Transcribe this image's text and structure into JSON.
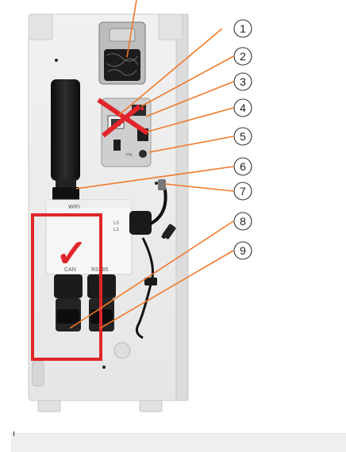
{
  "diagram": {
    "callouts": [
      {
        "number": "1"
      },
      {
        "number": "2"
      },
      {
        "number": "3"
      },
      {
        "number": "4"
      },
      {
        "number": "5"
      },
      {
        "number": "6"
      },
      {
        "number": "7"
      },
      {
        "number": "8"
      },
      {
        "number": "9"
      }
    ],
    "module_labels": {
      "wifi": "WIFI",
      "l0": "L0",
      "l1": "L1",
      "can": "CAN",
      "rs485": "RS485",
      "switch": "Y/N"
    },
    "check_mark": "✓",
    "colors": {
      "callout_line": "#ee7a2a",
      "highlight_box": "#e0262b",
      "cross_mark": "#e0262b",
      "enclosure": "#ececec",
      "dark_parts": "#1e1e1e"
    }
  }
}
